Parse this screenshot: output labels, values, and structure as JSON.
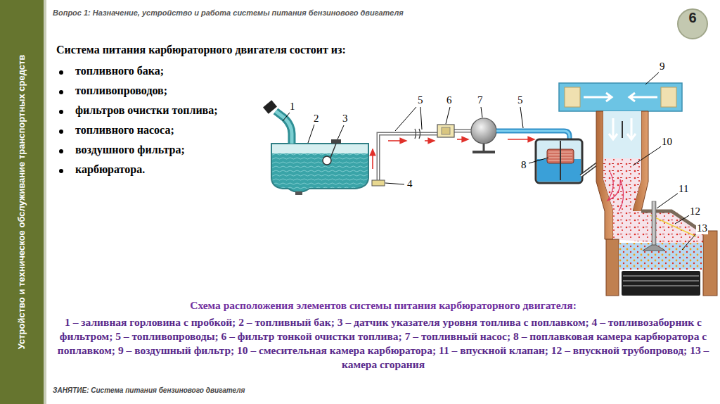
{
  "diagram": {
    "title": "Вопрос 1: Назначение, устройство и работа системы питания бензинового двигателя",
    "caption": "Схема расположения элементов системы питания карбюраторного двигателя:",
    "nodes": [
      {
        "text": [
          "Устройство и техническое обслуживание транспортных средств"
        ]
      },
      {
        "text": [
          "6"
        ]
      }
    ],
    "labels": [
      "Система питания карбюраторного двигателя состоит из:",
      "топливного бака;",
      "топливопроводов;",
      "фильтров очистки топлива;",
      "топливного насоса;",
      "воздушного фильтра;",
      "карбюратора.",
      "1",
      "2",
      "3",
      "4",
      "5",
      "5",
      "6",
      "7",
      "8",
      "9",
      "10",
      "11",
      "12",
      "13",
      "1 – заливная горловина с пробкой; 2 – топливный бак; 3 – датчик указателя уровня топлива с поплавком; 4 – топливозаборник с фильтром; 5 – топливопроводы; 6 – фильтр тонкой очистки топлива; 7 – топливный насос; 8 – поплавковая камера карбюратора с поплавком; 9 – воздушный фильтр; 10 – смесительная камера карбюратора; 11 – впускной клапан; 12 – впускной трубопровод; 13 – камера сгорания",
      "ЗАНЯТИЕ: Система питания бензинового двигателя"
    ]
  }
}
